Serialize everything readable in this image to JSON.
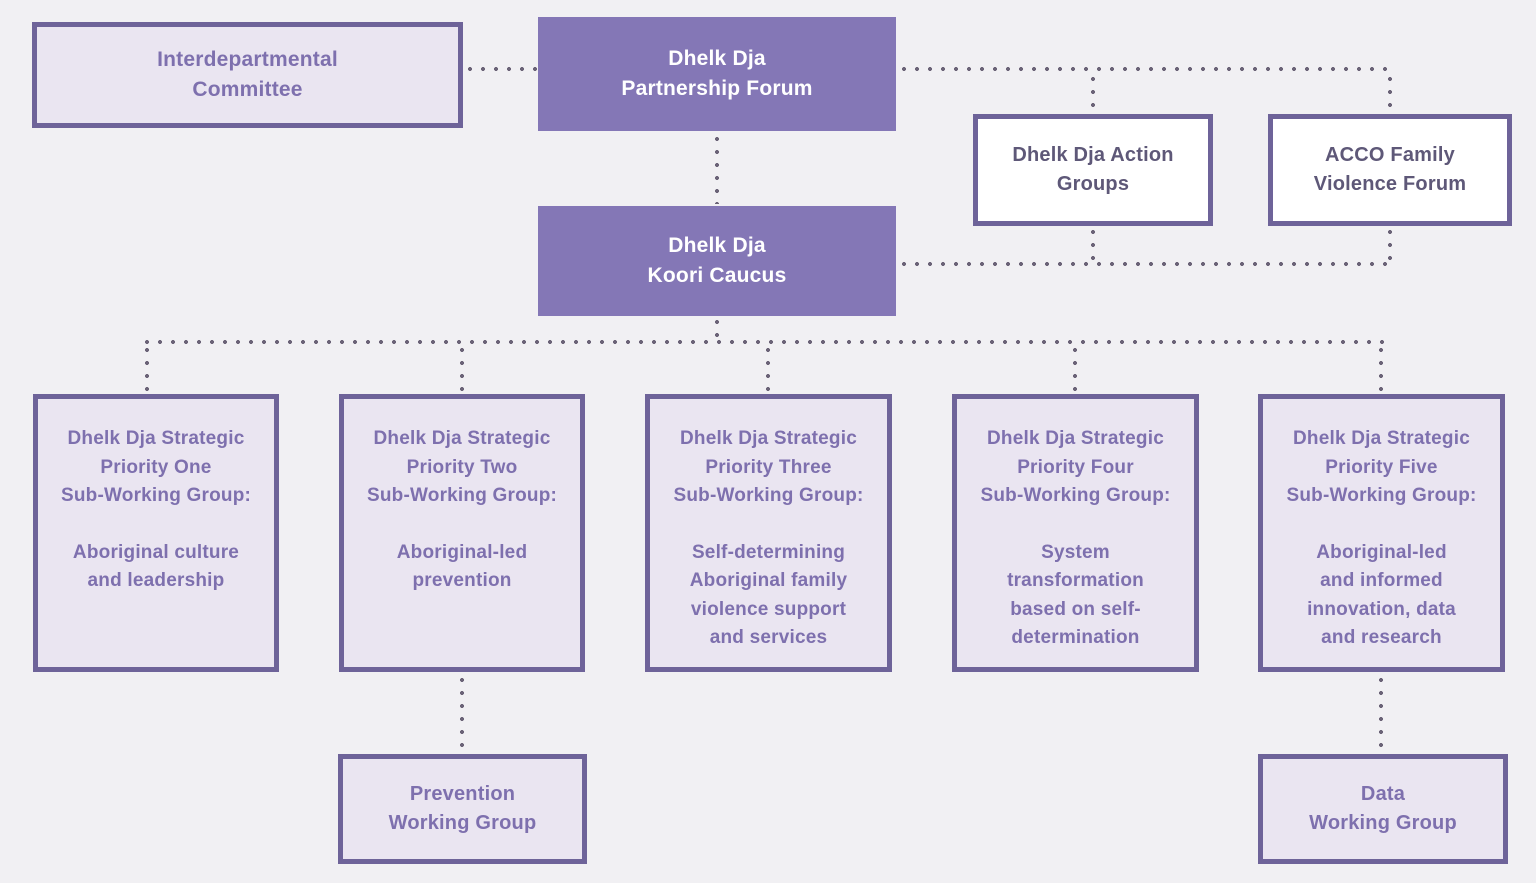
{
  "colors": {
    "background": "#f1f0f3",
    "solid_fill": "#8477b6",
    "solid_text": "#ffffff",
    "light_fill": "#eae5f1",
    "box_border": "#6e6399",
    "purple_text": "#7e70ae",
    "dark_text": "#5e5878",
    "dot": "#6b6377"
  },
  "nodes": {
    "interdepartmental_committee": {
      "label": "Interdepartmental\nCommittee"
    },
    "partnership_forum": {
      "label": "Dhelk Dja\nPartnership Forum"
    },
    "action_groups": {
      "label": "Dhelk Dja Action\nGroups"
    },
    "acco_family_violence_forum": {
      "label": "ACCO Family\nViolence Forum"
    },
    "koori_caucus": {
      "label": "Dhelk Dja\nKoori Caucus"
    },
    "priority_one": {
      "heading": "Dhelk Dja Strategic\nPriority One\nSub-Working Group:",
      "body": "Aboriginal culture\nand leadership"
    },
    "priority_two": {
      "heading": "Dhelk Dja Strategic\nPriority Two\nSub-Working Group:",
      "body": "Aboriginal-led\nprevention"
    },
    "priority_three": {
      "heading": "Dhelk Dja Strategic\nPriority Three\nSub-Working Group:",
      "body": "Self-determining\nAboriginal family\nviolence support\nand services"
    },
    "priority_four": {
      "heading": "Dhelk Dja Strategic\nPriority Four\nSub-Working Group:",
      "body": "System\ntransformation\nbased on self-\ndetermination"
    },
    "priority_five": {
      "heading": "Dhelk Dja Strategic\nPriority Five\nSub-Working Group:",
      "body": "Aboriginal-led\nand informed\ninnovation, data\nand research"
    },
    "prevention_working_group": {
      "label": "Prevention\nWorking Group"
    },
    "data_working_group": {
      "label": "Data\nWorking Group"
    }
  }
}
